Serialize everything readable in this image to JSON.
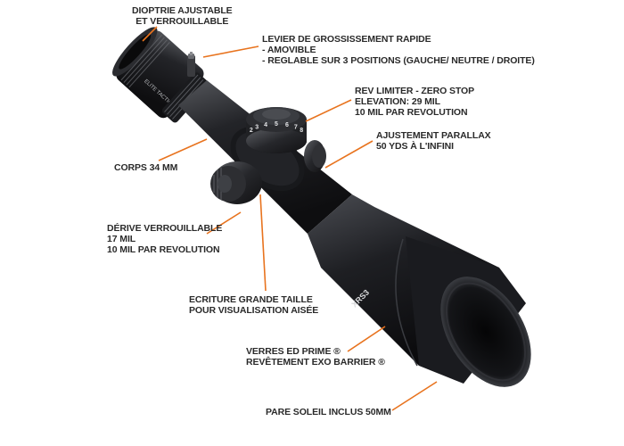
{
  "colors": {
    "leader_line": "#e8731e",
    "scope_body": "#1c1d20",
    "scope_highlight": "#5a5c61",
    "text": "#2a2a2a"
  },
  "scope_markings": {
    "brand_text": "ELITE TACTICAL",
    "model_text": "XRS3",
    "turret_numbers": [
      "2",
      "3",
      "4",
      "5",
      "6",
      "7",
      "8"
    ]
  },
  "callouts": {
    "diopter": [
      "DIOPTRIE AJUSTABLE",
      "ET VERROUILLABLE"
    ],
    "throw_lever": [
      "LEVIER DE GROSSISSEMENT RAPIDE",
      "- AMOVIBLE",
      "- REGLABLE SUR 3 POSITIONS (GAUCHE/ NEUTRE / DROITE)"
    ],
    "rev_limiter": [
      "REV LIMITER - ZERO STOP",
      "ELEVATION:  29 MIL",
      "10 MIL PAR REVOLUTION"
    ],
    "parallax": [
      "AJUSTEMENT PARALLAX",
      "50 YDS À L'INFINI"
    ],
    "body": [
      "CORPS 34 MM"
    ],
    "windage": [
      "DÉRIVE VERROUILLABLE",
      "17 MIL",
      "10 MIL PAR REVOLUTION"
    ],
    "large_print": [
      "ECRITURE GRANDE TAILLE",
      "POUR VISUALISATION AISÉE"
    ],
    "glass": [
      "VERRES ED PRIME ®",
      "REVÊTEMENT EXO BARRIER ®"
    ],
    "sunshade": [
      "PARE SOLEIL INCLUS 50MM"
    ]
  }
}
